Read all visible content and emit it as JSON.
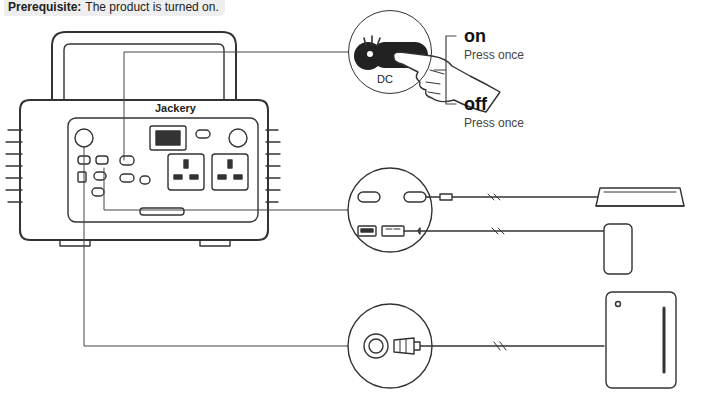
{
  "diagram": {
    "nodes": [
      {
        "text": [
          "DC"
        ]
      }
    ],
    "labels": [
      "Prerequisite:",
      "The product is turned on.",
      "Jackery",
      "on",
      "Press once",
      "off",
      "Press once"
    ]
  }
}
